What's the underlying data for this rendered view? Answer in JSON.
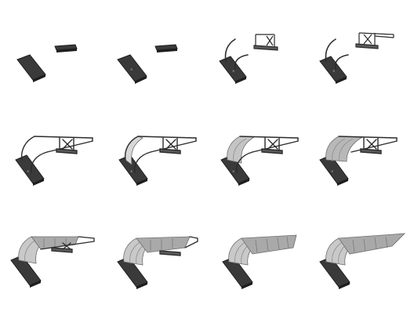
{
  "figure": {
    "panel_count": 12,
    "columns": 4,
    "rows": 3
  },
  "palette": {
    "background": "#ffffff",
    "base_plate": "#3a3a3a",
    "base_plate_side": "#1e1e1e",
    "plate_marks": "#bdbdbd",
    "frame_line": "#2b2b2b",
    "canopy_light": "#d8d8d8",
    "canopy_mid": "#a9a9a9",
    "canopy_dark": "#6d6d6d",
    "bracket_fill": "#5a5a5a"
  },
  "panels": [
    {
      "step": 1,
      "row": 1,
      "col": 1,
      "parts": [
        "base-plate",
        "roof-beam"
      ]
    },
    {
      "step": 2,
      "row": 1,
      "col": 2,
      "parts": [
        "base-plate",
        "roof-beam"
      ]
    },
    {
      "step": 3,
      "row": 1,
      "col": 3,
      "parts": [
        "base-plate",
        "curved-posts",
        "rear-bracket"
      ]
    },
    {
      "step": 4,
      "row": 1,
      "col": 4,
      "parts": [
        "base-plate",
        "curved-posts",
        "rear-bracket",
        "extended-arm"
      ]
    },
    {
      "step": 5,
      "row": 2,
      "col": 1,
      "parts": [
        "base-plate",
        "assembled-frame"
      ]
    },
    {
      "step": 6,
      "row": 2,
      "col": 2,
      "parts": [
        "base-plate",
        "assembled-frame",
        "curved-panel-1"
      ]
    },
    {
      "step": 7,
      "row": 2,
      "col": 3,
      "parts": [
        "base-plate",
        "assembled-frame",
        "curved-panel-2"
      ]
    },
    {
      "step": 8,
      "row": 2,
      "col": 4,
      "parts": [
        "base-plate",
        "assembled-frame",
        "curved-panel-3"
      ]
    },
    {
      "step": 9,
      "row": 3,
      "col": 1,
      "parts": [
        "base-plate",
        "assembled-frame",
        "curved-panel-3",
        "roof-panel-1"
      ]
    },
    {
      "step": 10,
      "row": 3,
      "col": 2,
      "parts": [
        "base-plate",
        "assembled-frame",
        "curved-panel-3",
        "roof-panel-2"
      ]
    },
    {
      "step": 11,
      "row": 3,
      "col": 3,
      "parts": [
        "base-plate",
        "assembled-frame",
        "curved-panel-3",
        "roof-panel-3"
      ]
    },
    {
      "step": 12,
      "row": 3,
      "col": 4,
      "parts": [
        "base-plate",
        "assembled-frame",
        "curved-panel-3",
        "roof-panel-full"
      ]
    }
  ]
}
